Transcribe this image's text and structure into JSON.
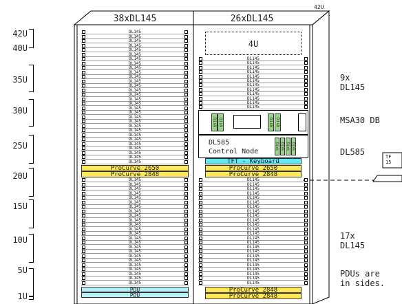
{
  "scale": {
    "labels": [
      "42U",
      "40U",
      "35U",
      "30U",
      "25U",
      "20U",
      "15U",
      "10U",
      "5U",
      "1U"
    ],
    "top_label": "42U"
  },
  "rack_left": {
    "header": "38xDL145",
    "server_label": "DL145",
    "switches": [
      "ProCurve 2650",
      "ProCurve 2848"
    ],
    "pdus": [
      "PDU",
      "PDU"
    ]
  },
  "rack_right": {
    "header": "26xDL145",
    "reserved_label": "4U",
    "server_label": "DL145",
    "control_node_lines": [
      "DL585",
      "Control Node"
    ],
    "disk_label": "Disk",
    "tft_label": "TFT - Keyboard",
    "switches_top": [
      "ProCurve 2650",
      "ProCurve 2848"
    ],
    "switches_bottom": [
      "ProCurve 2848",
      "ProCurve 2848"
    ]
  },
  "annotations": {
    "top_servers": "9x\nDL145",
    "msa": "MSA30 DB",
    "dl585": "DL585",
    "bottom_servers": "17x\nDL145",
    "pdus_note": "PDUs are\nin sides.",
    "tft_side": "TF\n15"
  }
}
